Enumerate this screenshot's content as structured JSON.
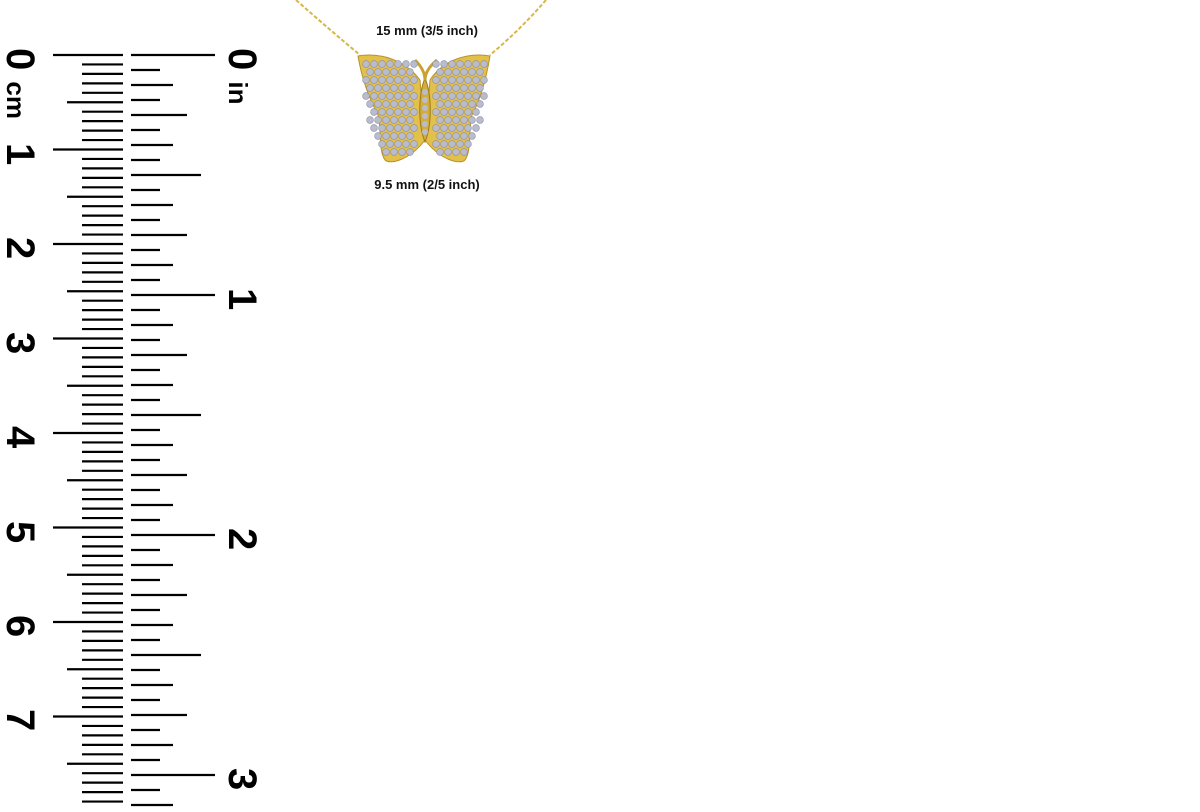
{
  "ruler": {
    "cm_unit": "cm",
    "in_unit": "in",
    "cm_labels": [
      "0",
      "1",
      "2",
      "3",
      "4",
      "5",
      "6",
      "7"
    ],
    "in_labels": [
      "0",
      "1",
      "2",
      "3"
    ]
  },
  "product": {
    "width_label": "15 mm (3/5 inch)",
    "height_label": "9.5 mm (2/5 inch)",
    "colors": {
      "gold": "#e2c04a",
      "gold_dark": "#b8922a",
      "stone": "#b9bccc"
    }
  }
}
